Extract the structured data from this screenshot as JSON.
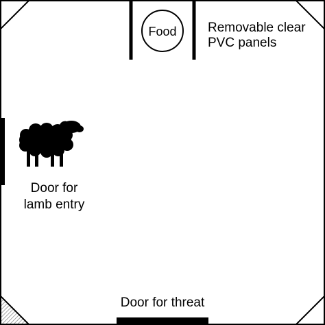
{
  "food_label": "Food",
  "panels_label": [
    "Removable clear",
    "PVC panels"
  ],
  "lamb_door_label": [
    "Door for",
    "lamb entry"
  ],
  "threat_door_label": "Door for threat",
  "icons": {
    "animal": "sheep-icon"
  },
  "colors": {
    "ink": "#000000",
    "background": "#ffffff",
    "hatch": "#8c8c8c"
  }
}
